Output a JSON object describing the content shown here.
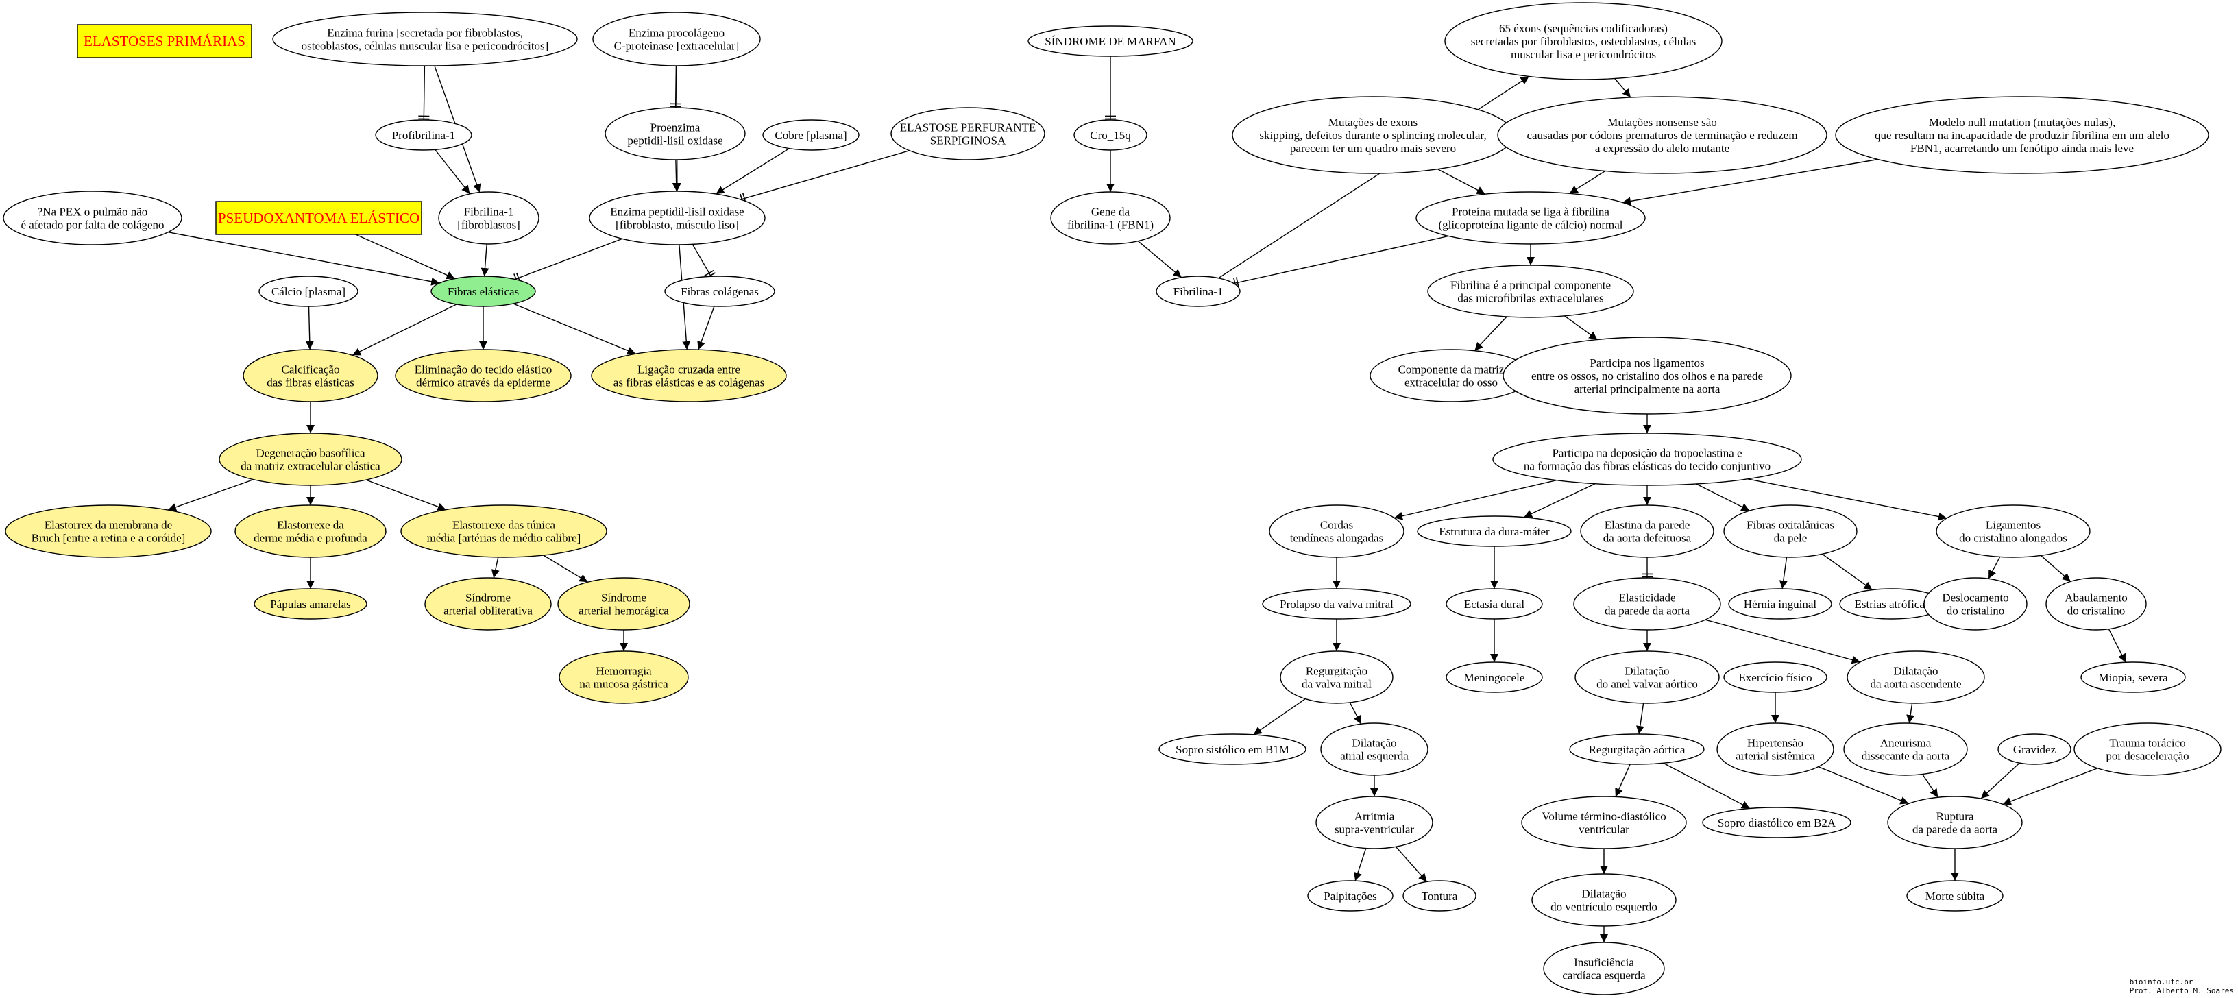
{
  "colors": {
    "white": "#ffffff",
    "yellow": "#fff598",
    "green": "#90ee90",
    "box": "#ffff00",
    "box_text": "#ff0000"
  },
  "footer": {
    "line1": "bioinfo.ufc.br",
    "line2": "Prof. Alberto M. Soares"
  },
  "nodes": [
    {
      "id": "elast_prim",
      "label": "ELASTOSES PRIMÁRIAS",
      "shape": "box"
    },
    {
      "id": "pxe",
      "label": "PSEUDOXANTOMA ELÁSTICO",
      "shape": "box"
    },
    {
      "id": "furina",
      "label": "Enzima furina [secretada por fibroblastos,\nosteoblastos, células muscular lisa e pericondrócitos]",
      "fill": "white"
    },
    {
      "id": "procol",
      "label": "Enzima procolágeno\nC-proteinase [extracelular]",
      "fill": "white"
    },
    {
      "id": "profib",
      "label": "Profibrilina-1",
      "fill": "white"
    },
    {
      "id": "proenz",
      "label": "Proenzima\npeptidil-lisil oxidase",
      "fill": "white"
    },
    {
      "id": "cobre",
      "label": "Cobre [plasma]",
      "fill": "white"
    },
    {
      "id": "eps",
      "label": "ELASTOSE PERFURANTE\nSERPIGINOSA",
      "fill": "white"
    },
    {
      "id": "pex",
      "label": "?Na PEX o pulmão não\né afetado por falta de colágeno",
      "fill": "white"
    },
    {
      "id": "fib1_l",
      "label": "Fibrilina-1\n[fibroblastos]",
      "fill": "white"
    },
    {
      "id": "lox",
      "label": "Enzima peptidil-lisil oxidase\n[fibroblasto, músculo liso]",
      "fill": "white"
    },
    {
      "id": "calcio",
      "label": "Cálcio [plasma]",
      "fill": "white"
    },
    {
      "id": "fibras_el",
      "label": "Fibras elásticas",
      "fill": "green"
    },
    {
      "id": "fibras_col",
      "label": "Fibras colágenas",
      "fill": "white"
    },
    {
      "id": "calcif",
      "label": "Calcificação\ndas fibras elásticas",
      "fill": "yellow"
    },
    {
      "id": "elim",
      "label": "Eliminação do tecido elástico\ndérmico através da epiderme",
      "fill": "yellow"
    },
    {
      "id": "ligacao",
      "label": "Ligação cruzada entre\nas fibras elásticas e as colágenas",
      "fill": "yellow"
    },
    {
      "id": "degen",
      "label": "Degeneração basofílica\nda matriz extracelular elástica",
      "fill": "yellow"
    },
    {
      "id": "bruch",
      "label": "Elastorrex da membrana de\nBruch [entre a retina e a coróide]",
      "fill": "yellow"
    },
    {
      "id": "derme",
      "label": "Elastorrexe da\nderme média e profunda",
      "fill": "yellow"
    },
    {
      "id": "tunica",
      "label": "Elastorrexe das túnica\nmédia [artérias de médio calibre]",
      "fill": "yellow"
    },
    {
      "id": "papulas",
      "label": "Pápulas amarelas",
      "fill": "yellow"
    },
    {
      "id": "sind_obl",
      "label": "Síndrome\narterial obliterativa",
      "fill": "yellow"
    },
    {
      "id": "sind_hem",
      "label": "Síndrome\narterial hemorágica",
      "fill": "yellow"
    },
    {
      "id": "hemorragia",
      "label": "Hemorragia\nna mucosa gástrica",
      "fill": "yellow"
    },
    {
      "id": "marfan",
      "label": "SÍNDROME DE MARFAN",
      "fill": "white"
    },
    {
      "id": "cro",
      "label": "Cro_15q",
      "fill": "white"
    },
    {
      "id": "gene",
      "label": "Gene da\nfibrilina-1 (FBN1)",
      "fill": "white"
    },
    {
      "id": "fib1_r",
      "label": "Fibrilina-1",
      "fill": "white"
    },
    {
      "id": "exons",
      "label": "65 éxons (sequências codificadoras)\nsecretadas por fibroblastos, osteoblastos, células\nmuscular lisa e pericondrócitos",
      "fill": "white"
    },
    {
      "id": "mut_exons",
      "label": "Mutações de exons\nskipping, defeitos durante o splincing molecular,\nparecem ter um quadro mais severo",
      "fill": "white"
    },
    {
      "id": "mut_nons",
      "label": "Mutações nonsense são\ncausadas por códons prematuros de terminação e reduzem\na expressão do alelo mutante",
      "fill": "white"
    },
    {
      "id": "modelo",
      "label": "Modelo null mutation (mutações nulas),\nque resultam na incapacidade de produzir fibrilina em um alelo\nFBN1, acarretando um fenótipo ainda mais leve",
      "fill": "white"
    },
    {
      "id": "prot_mut",
      "label": "Proteína mutada se liga à fibrilina\n(glicoproteína ligante de cálcio) normal",
      "fill": "white"
    },
    {
      "id": "fib_princ",
      "label": "Fibrilina é a principal componente\ndas microfibrilas extracelulares",
      "fill": "white"
    },
    {
      "id": "comp_matriz",
      "label": "Componente da matriz\nextracelular do osso",
      "fill": "white"
    },
    {
      "id": "participa_lig",
      "label": "Participa nos ligamentos\nentre os ossos, no cristalino dos olhos e na parede\narterial principalmente na aorta",
      "fill": "white"
    },
    {
      "id": "participa_dep",
      "label": "Participa na deposição da tropoelastina e\nna formação das fibras elásticas do tecido conjuntivo",
      "fill": "white"
    },
    {
      "id": "cordas",
      "label": "Cordas\ntendíneas alongadas",
      "fill": "white"
    },
    {
      "id": "dura",
      "label": "Estrutura da dura-máter",
      "fill": "white"
    },
    {
      "id": "elastina",
      "label": "Elastina da parede\nda aorta defeituosa",
      "fill": "white"
    },
    {
      "id": "oxital",
      "label": "Fibras oxitalânicas\nda pele",
      "fill": "white"
    },
    {
      "id": "lig_crist",
      "label": "Ligamentos\ndo cristalino alongados",
      "fill": "white"
    },
    {
      "id": "prolapso",
      "label": "Prolapso da valva mitral",
      "fill": "white"
    },
    {
      "id": "ectasia",
      "label": "Ectasia dural",
      "fill": "white"
    },
    {
      "id": "elasticidade",
      "label": "Elasticidade\nda parede da aorta",
      "fill": "white"
    },
    {
      "id": "hernia",
      "label": "Hérnia inguinal",
      "fill": "white"
    },
    {
      "id": "estrias",
      "label": "Estrias atróficas",
      "fill": "white"
    },
    {
      "id": "desloc",
      "label": "Deslocamento\ndo cristalino",
      "fill": "white"
    },
    {
      "id": "abaul",
      "label": "Abaulamento\ndo cristalino",
      "fill": "white"
    },
    {
      "id": "regurg_mit",
      "label": "Regurgitação\nda valva mitral",
      "fill": "white"
    },
    {
      "id": "meningo",
      "label": "Meningocele",
      "fill": "white"
    },
    {
      "id": "dil_anel",
      "label": "Dilatação\ndo anel valvar aórtico",
      "fill": "white"
    },
    {
      "id": "exercicio",
      "label": "Exercício físico",
      "fill": "white"
    },
    {
      "id": "dil_aorta",
      "label": "Dilatação\nda aorta ascendente",
      "fill": "white"
    },
    {
      "id": "miopia",
      "label": "Miopia, severa",
      "fill": "white"
    },
    {
      "id": "sopro_sis",
      "label": "Sopro sistólico em B1M",
      "fill": "white"
    },
    {
      "id": "dil_atrial",
      "label": "Dilatação\natrial esquerda",
      "fill": "white"
    },
    {
      "id": "regurg_aort",
      "label": "Regurgitação aórtica",
      "fill": "white"
    },
    {
      "id": "hipert",
      "label": "Hipertensão\narterial sistêmica",
      "fill": "white"
    },
    {
      "id": "aneurisma",
      "label": "Aneurisma\ndissecante da aorta",
      "fill": "white"
    },
    {
      "id": "gravidez",
      "label": "Gravidez",
      "fill": "white"
    },
    {
      "id": "trauma",
      "label": "Trauma torácico\npor desaceleração",
      "fill": "white"
    },
    {
      "id": "arritmia",
      "label": "Arritmia\nsupra-ventricular",
      "fill": "white"
    },
    {
      "id": "volume",
      "label": "Volume término-diastólico\nventricular",
      "fill": "white"
    },
    {
      "id": "sopro_dia",
      "label": "Sopro diastólico em B2A",
      "fill": "white"
    },
    {
      "id": "ruptura",
      "label": "Ruptura\nda parede da aorta",
      "fill": "white"
    },
    {
      "id": "palpit",
      "label": "Palpitações",
      "fill": "white"
    },
    {
      "id": "tontura",
      "label": "Tontura",
      "fill": "white"
    },
    {
      "id": "dil_vent",
      "label": "Dilatação\ndo ventrículo esquerdo",
      "fill": "white"
    },
    {
      "id": "morte",
      "label": "Morte súbita",
      "fill": "white"
    },
    {
      "id": "insuf",
      "label": "Insuficiência\ncardíaca esquerda",
      "fill": "white"
    }
  ],
  "edges": [
    {
      "from": "furina",
      "to": "profib",
      "arrow": "tee"
    },
    {
      "from": "furina",
      "to": "fib1_l",
      "arrow": "normal"
    },
    {
      "from": "profib",
      "to": "fib1_l",
      "arrow": "normal"
    },
    {
      "from": "procol",
      "to": "proenz",
      "arrow": "tee"
    },
    {
      "from": "procol",
      "to": "lox",
      "arrow": "normal"
    },
    {
      "from": "proenz",
      "to": "lox",
      "arrow": "normal"
    },
    {
      "from": "cobre",
      "to": "lox",
      "arrow": "normal"
    },
    {
      "from": "eps",
      "to": "lox",
      "arrow": "tee"
    },
    {
      "from": "pex",
      "to": "fibras_el",
      "arrow": "normal"
    },
    {
      "from": "pxe",
      "to": "fibras_el",
      "arrow": "normal"
    },
    {
      "from": "fib1_l",
      "to": "fibras_el",
      "arrow": "normal"
    },
    {
      "from": "lox",
      "to": "fibras_el",
      "arrow": "tee"
    },
    {
      "from": "lox",
      "to": "fibras_col",
      "arrow": "tee"
    },
    {
      "from": "lox",
      "to": "ligacao",
      "arrow": "normal"
    },
    {
      "from": "calcio",
      "to": "calcif",
      "arrow": "normal"
    },
    {
      "from": "fibras_el",
      "to": "calcif",
      "arrow": "normal"
    },
    {
      "from": "fibras_el",
      "to": "elim",
      "arrow": "normal"
    },
    {
      "from": "fibras_el",
      "to": "ligacao",
      "arrow": "normal"
    },
    {
      "from": "fibras_col",
      "to": "ligacao",
      "arrow": "normal"
    },
    {
      "from": "calcif",
      "to": "degen",
      "arrow": "normal"
    },
    {
      "from": "degen",
      "to": "bruch",
      "arrow": "normal"
    },
    {
      "from": "degen",
      "to": "derme",
      "arrow": "normal"
    },
    {
      "from": "degen",
      "to": "tunica",
      "arrow": "normal"
    },
    {
      "from": "derme",
      "to": "papulas",
      "arrow": "normal"
    },
    {
      "from": "tunica",
      "to": "sind_obl",
      "arrow": "normal"
    },
    {
      "from": "tunica",
      "to": "sind_hem",
      "arrow": "normal"
    },
    {
      "from": "sind_hem",
      "to": "hemorragia",
      "arrow": "normal"
    },
    {
      "from": "marfan",
      "to": "cro",
      "arrow": "tee"
    },
    {
      "from": "cro",
      "to": "gene",
      "arrow": "normal"
    },
    {
      "from": "gene",
      "to": "fib1_r",
      "arrow": "normal"
    },
    {
      "from": "fib1_r",
      "to": "exons",
      "arrow": "normal"
    },
    {
      "from": "exons",
      "to": "mut_nons",
      "arrow": "normal"
    },
    {
      "from": "mut_exons",
      "to": "prot_mut",
      "arrow": "normal"
    },
    {
      "from": "mut_nons",
      "to": "prot_mut",
      "arrow": "normal"
    },
    {
      "from": "modelo",
      "to": "prot_mut",
      "arrow": "normal"
    },
    {
      "from": "prot_mut",
      "to": "fib1_r",
      "arrow": "tee"
    },
    {
      "from": "prot_mut",
      "to": "fib_princ",
      "arrow": "normal"
    },
    {
      "from": "fib_princ",
      "to": "comp_matriz",
      "arrow": "normal"
    },
    {
      "from": "fib_princ",
      "to": "participa_lig",
      "arrow": "normal"
    },
    {
      "from": "participa_lig",
      "to": "participa_dep",
      "arrow": "normal"
    },
    {
      "from": "participa_dep",
      "to": "cordas",
      "arrow": "normal"
    },
    {
      "from": "participa_dep",
      "to": "dura",
      "arrow": "normal"
    },
    {
      "from": "participa_dep",
      "to": "elastina",
      "arrow": "normal"
    },
    {
      "from": "participa_dep",
      "to": "oxital",
      "arrow": "normal"
    },
    {
      "from": "participa_dep",
      "to": "lig_crist",
      "arrow": "normal"
    },
    {
      "from": "cordas",
      "to": "prolapso",
      "arrow": "normal"
    },
    {
      "from": "dura",
      "to": "ectasia",
      "arrow": "normal"
    },
    {
      "from": "elastina",
      "to": "elasticidade",
      "arrow": "tee"
    },
    {
      "from": "oxital",
      "to": "hernia",
      "arrow": "normal"
    },
    {
      "from": "oxital",
      "to": "estrias",
      "arrow": "normal"
    },
    {
      "from": "lig_crist",
      "to": "desloc",
      "arrow": "normal"
    },
    {
      "from": "lig_crist",
      "to": "abaul",
      "arrow": "normal"
    },
    {
      "from": "prolapso",
      "to": "regurg_mit",
      "arrow": "normal"
    },
    {
      "from": "ectasia",
      "to": "meningo",
      "arrow": "normal"
    },
    {
      "from": "elasticidade",
      "to": "dil_anel",
      "arrow": "normal"
    },
    {
      "from": "elasticidade",
      "to": "dil_aorta",
      "arrow": "normal"
    },
    {
      "from": "abaul",
      "to": "miopia",
      "arrow": "normal"
    },
    {
      "from": "regurg_mit",
      "to": "sopro_sis",
      "arrow": "normal"
    },
    {
      "from": "regurg_mit",
      "to": "dil_atrial",
      "arrow": "normal"
    },
    {
      "from": "dil_anel",
      "to": "regurg_aort",
      "arrow": "normal"
    },
    {
      "from": "exercicio",
      "to": "hipert",
      "arrow": "normal"
    },
    {
      "from": "dil_aorta",
      "to": "aneurisma",
      "arrow": "normal"
    },
    {
      "from": "dil_atrial",
      "to": "arritmia",
      "arrow": "normal"
    },
    {
      "from": "regurg_aort",
      "to": "volume",
      "arrow": "normal"
    },
    {
      "from": "regurg_aort",
      "to": "sopro_dia",
      "arrow": "normal"
    },
    {
      "from": "hipert",
      "to": "ruptura",
      "arrow": "normal"
    },
    {
      "from": "aneurisma",
      "to": "ruptura",
      "arrow": "normal"
    },
    {
      "from": "gravidez",
      "to": "ruptura",
      "arrow": "normal"
    },
    {
      "from": "trauma",
      "to": "ruptura",
      "arrow": "normal"
    },
    {
      "from": "arritmia",
      "to": "palpit",
      "arrow": "normal"
    },
    {
      "from": "arritmia",
      "to": "tontura",
      "arrow": "normal"
    },
    {
      "from": "volume",
      "to": "dil_vent",
      "arrow": "normal"
    },
    {
      "from": "ruptura",
      "to": "morte",
      "arrow": "normal"
    },
    {
      "from": "dil_vent",
      "to": "insuf",
      "arrow": "normal"
    }
  ]
}
